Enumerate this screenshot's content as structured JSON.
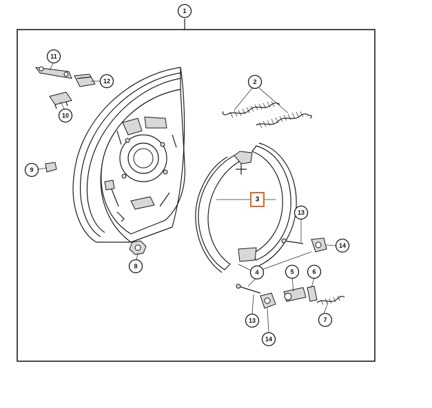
{
  "colors": {
    "line": "#1a1a1a",
    "highlight": "#e8641c"
  },
  "callouts": {
    "c1": "1",
    "c2": "2",
    "c3": "3",
    "c4": "4",
    "c5": "5",
    "c6": "6",
    "c7": "7",
    "c8": "8",
    "c9": "9",
    "c10": "10",
    "c11": "11",
    "c12": "12",
    "c13a": "13",
    "c13b": "13",
    "c14a": "14",
    "c14b": "14"
  }
}
